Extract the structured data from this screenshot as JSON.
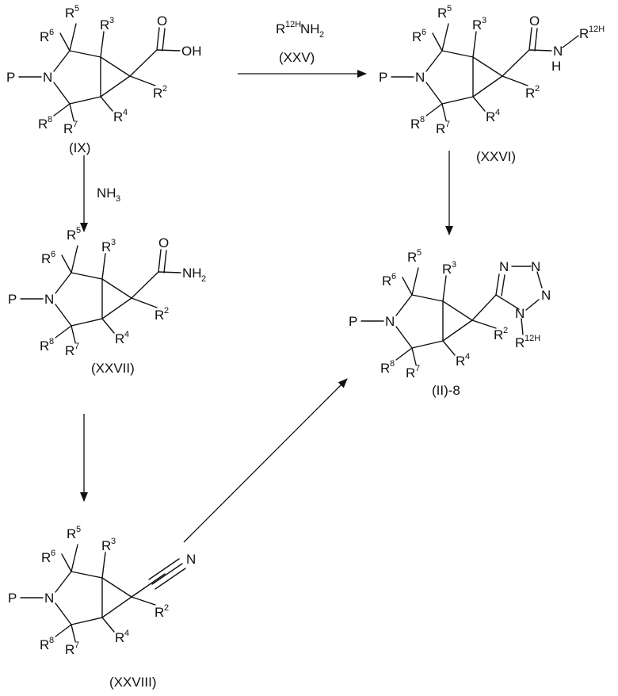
{
  "compounds": {
    "ix": "(IX)",
    "xxvi": "(XXVI)",
    "xxvii": "(XXVII)",
    "xxviii": "(XXVIII)",
    "ii8": "(II)-8"
  },
  "atoms": {
    "p": "P",
    "n": "N",
    "o": "O",
    "oh": "OH",
    "h": "H",
    "nh2_n": "NH",
    "nh2_sub": "2",
    "r": "R",
    "s2": "2",
    "s3": "3",
    "s4": "4",
    "s5": "5",
    "s6": "6",
    "s7": "7",
    "s8": "8",
    "s12h": "12H"
  },
  "reagents": {
    "r12h_base": "R",
    "r12h_sup": "12H",
    "r12h_nh": "NH",
    "r12h_sub": "2",
    "xxv": "(XXV)",
    "nh3_base": "NH",
    "nh3_sub": "3"
  }
}
